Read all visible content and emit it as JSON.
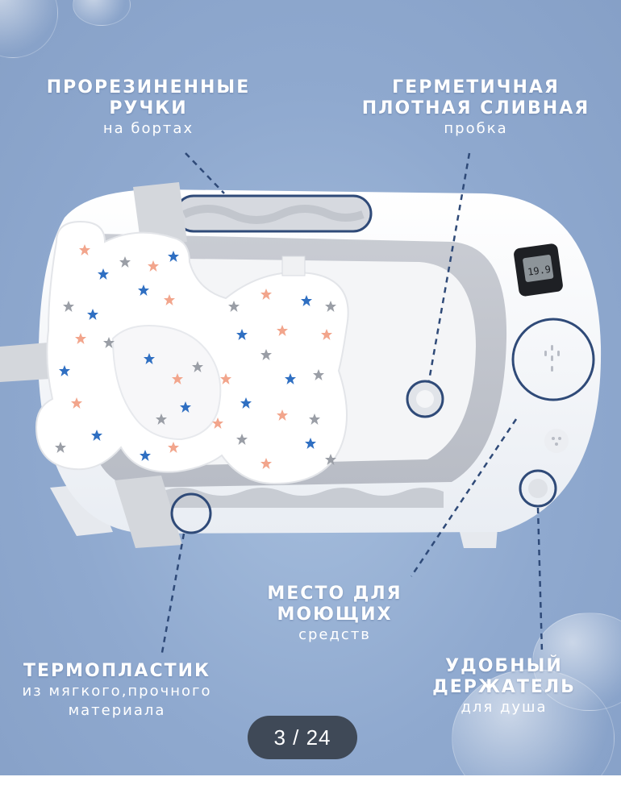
{
  "viewer": {
    "page_counter": "3 / 24",
    "thermometer_display": "19.9"
  },
  "callouts": {
    "handles": {
      "line1": "ПРОРЕЗИНЕННЫЕ",
      "line2": "РУЧКИ",
      "sub": "на бортах"
    },
    "drain": {
      "line1": "ГЕРМЕТИЧНАЯ",
      "line2": "ПЛОТНАЯ СЛИВНАЯ",
      "sub": "пробка"
    },
    "soap": {
      "line1": "МЕСТО ДЛЯ",
      "line2": "МОЮЩИХ",
      "sub": "средств"
    },
    "material": {
      "line1": "ТЕРМОПЛАСТИК",
      "sub1": "из мягкого,прочного",
      "sub2": "материала"
    },
    "shower": {
      "line1": "УДОБНЫЙ",
      "line2": "ДЕРЖАТЕЛЬ",
      "sub": "для душа"
    }
  },
  "colors": {
    "background": "#8fa9cf",
    "marker_ring": "#2f4a78",
    "counter_bg": "#3f4957",
    "star_blue": "#2f6fc2",
    "star_peach": "#f2a58c",
    "star_gray": "#9a9ea6"
  }
}
